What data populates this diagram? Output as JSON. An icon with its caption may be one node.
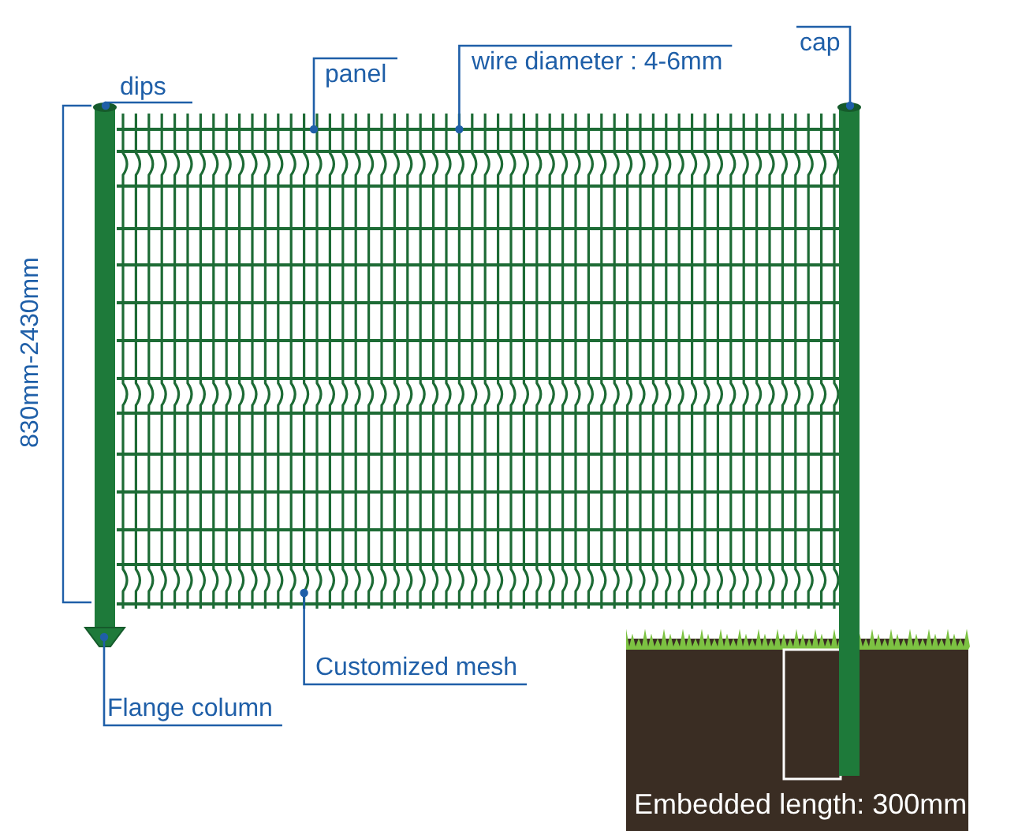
{
  "diagram": {
    "nodes": [
      {
        "text": [
          "dips"
        ]
      },
      {
        "text": [
          "panel"
        ]
      },
      {
        "text": [
          "wire diameter : 4-6mm"
        ]
      },
      {
        "text": [
          "cap"
        ]
      },
      {
        "text": [
          "Customized mesh"
        ]
      },
      {
        "text": [
          "Flange column"
        ]
      },
      {
        "text": [],
        "shape": "picture"
      },
      {
        "text": [],
        "shape": "circle"
      },
      {
        "text": [],
        "shape": "circle"
      },
      {
        "text": [],
        "shape": "picture"
      }
    ],
    "edges": [
      {
        "from": 0,
        "to": 7,
        "arrow": "other"
      },
      {
        "from": 1,
        "to": 6,
        "arrow": "other"
      },
      {
        "from": 2,
        "to": 6,
        "arrow": "other"
      },
      {
        "from": 3,
        "to": 8,
        "arrow": "other"
      },
      {
        "from": 4,
        "to": 6,
        "arrow": "other"
      },
      {
        "from": 5,
        "to": 9,
        "arrow": "other"
      }
    ],
    "labels": [
      "830mm-2430mm",
      "Embedded length: 300mm"
    ]
  }
}
